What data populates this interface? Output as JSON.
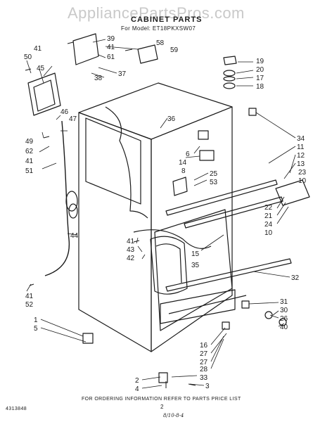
{
  "watermark": "AppliancePartsPros.com",
  "header": {
    "title": "CABINET PARTS",
    "model": "For Model: ET18PKXSW07"
  },
  "footer": {
    "ordering_note": "FOR ORDERING INFORMATION REFER TO PARTS PRICE LIST",
    "page_number": "2",
    "reference_code": "4313848",
    "handwritten_note": "8/10-8-4"
  },
  "callouts": [
    "39",
    "41",
    "58",
    "59",
    "61",
    "37",
    "38",
    "50",
    "41",
    "45",
    "19",
    "20",
    "17",
    "18",
    "36",
    "46",
    "47",
    "49",
    "62",
    "41",
    "51",
    "6",
    "14",
    "8",
    "34",
    "11",
    "12",
    "13",
    "23",
    "10",
    "25",
    "53",
    "22",
    "21",
    "24",
    "10",
    "44",
    "41",
    "43",
    "42",
    "15",
    "35",
    "32",
    "41",
    "52",
    "1",
    "5",
    "31",
    "30",
    "26",
    "40",
    "16",
    "27",
    "27",
    "28",
    "33",
    "2",
    "4",
    "3"
  ]
}
